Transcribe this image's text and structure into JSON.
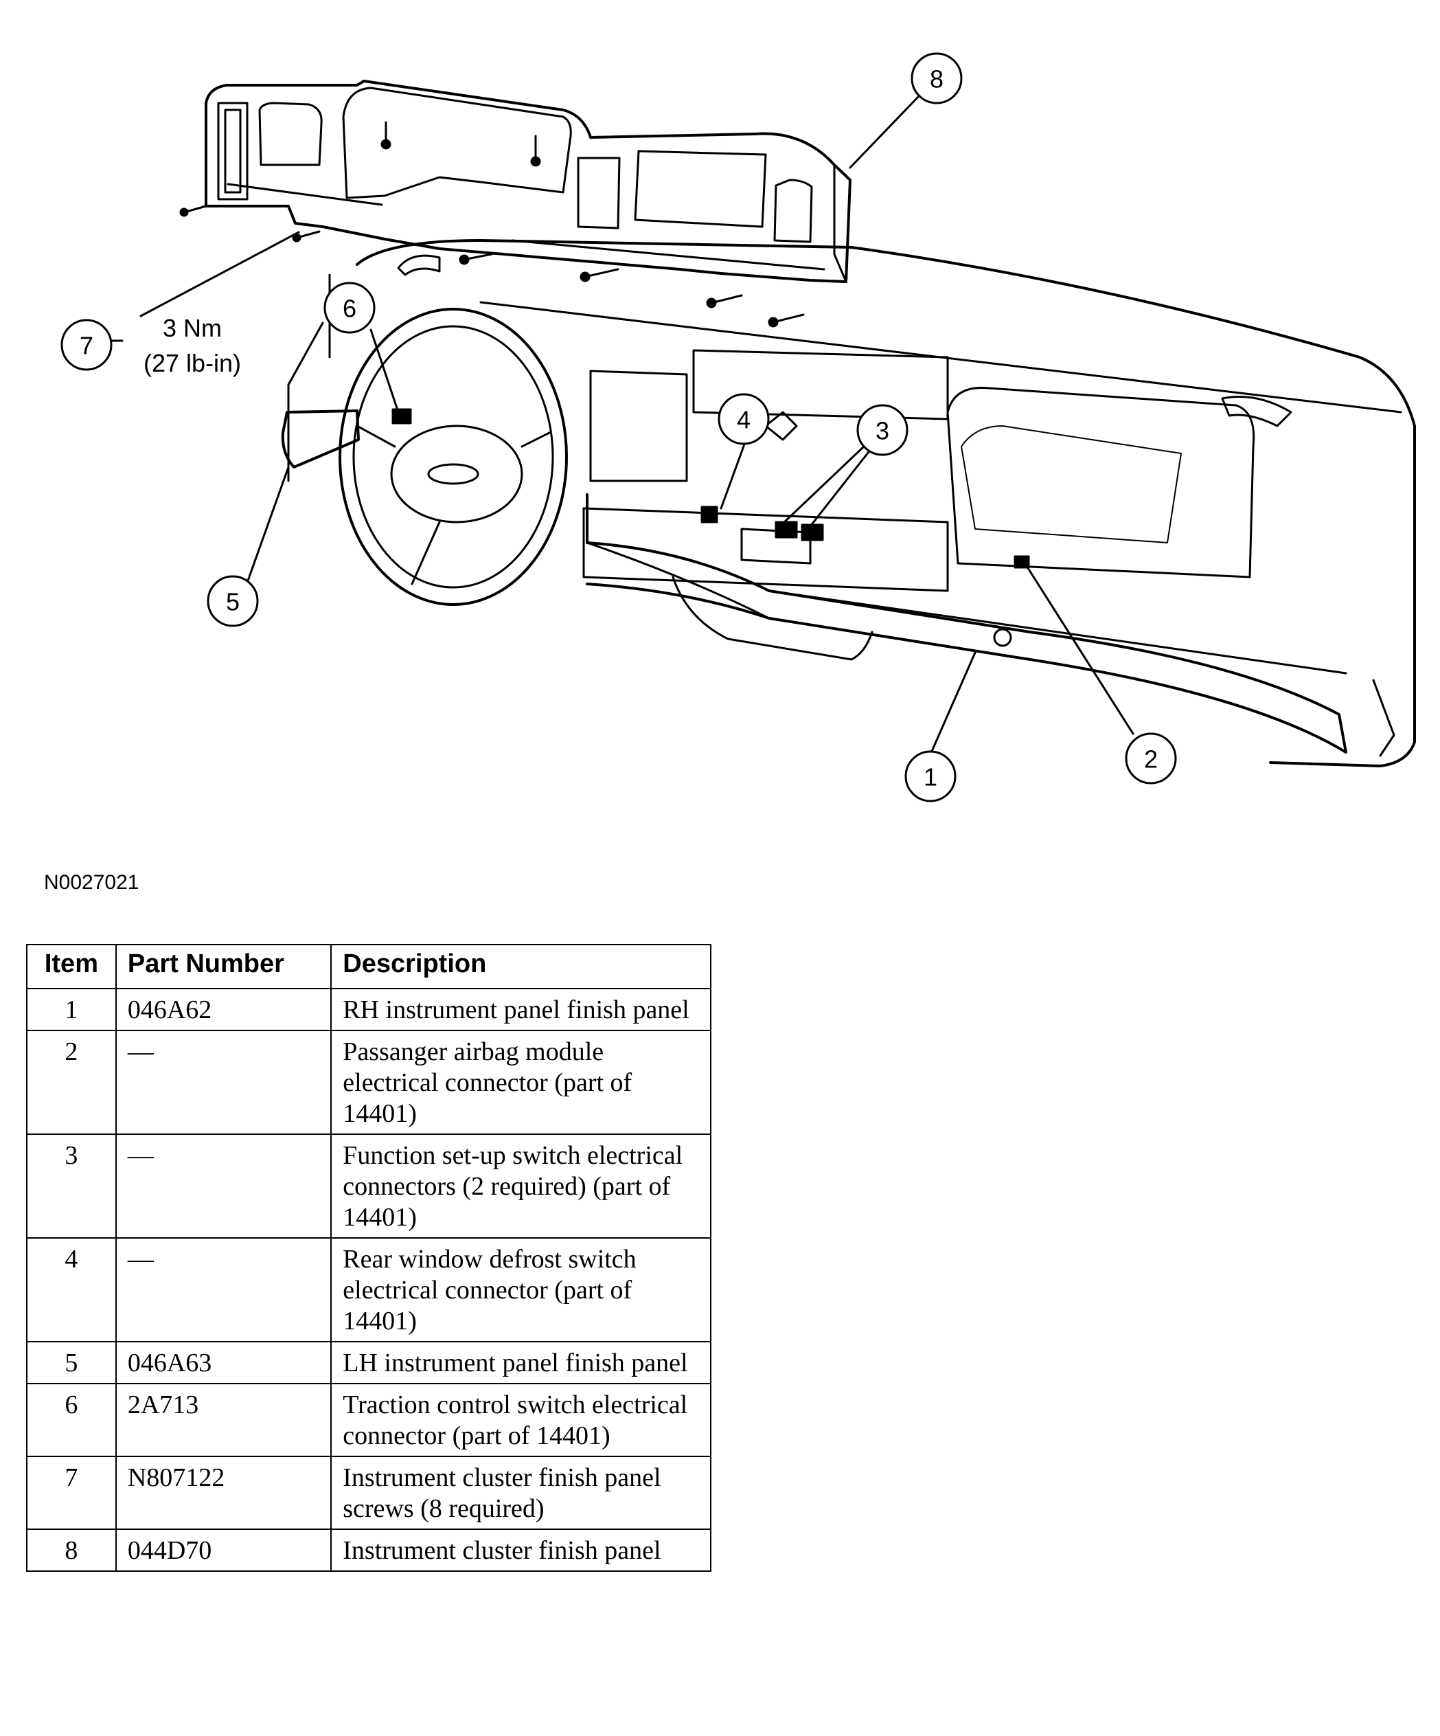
{
  "diagram": {
    "callouts": [
      {
        "num": "1"
      },
      {
        "num": "2"
      },
      {
        "num": "3"
      },
      {
        "num": "4"
      },
      {
        "num": "5"
      },
      {
        "num": "6"
      },
      {
        "num": "7"
      },
      {
        "num": "8"
      }
    ],
    "torque": {
      "line1": "3 Nm",
      "line2": "(27 lb-in)"
    },
    "figure_id": "N0027021"
  },
  "table": {
    "headers": {
      "item": "Item",
      "part_number": "Part Number",
      "description": "Description"
    },
    "rows": [
      {
        "item": "1",
        "part_number": "046A62",
        "description": "RH instrument panel finish panel"
      },
      {
        "item": "2",
        "part_number": "—",
        "description": "Passanger airbag module electrical connector (part of 14401)"
      },
      {
        "item": "3",
        "part_number": "—",
        "description": "Function set-up switch electrical connectors (2 required) (part of 14401)"
      },
      {
        "item": "4",
        "part_number": "—",
        "description": "Rear window defrost switch electrical connector (part of 14401)"
      },
      {
        "item": "5",
        "part_number": "046A63",
        "description": "LH instrument panel finish panel"
      },
      {
        "item": "6",
        "part_number": "2A713",
        "description": "Traction control switch electrical connector (part of 14401)"
      },
      {
        "item": "7",
        "part_number": "N807122",
        "description": "Instrument cluster finish panel screws (8 required)"
      },
      {
        "item": "8",
        "part_number": "044D70",
        "description": "Instrument cluster finish panel"
      }
    ]
  }
}
